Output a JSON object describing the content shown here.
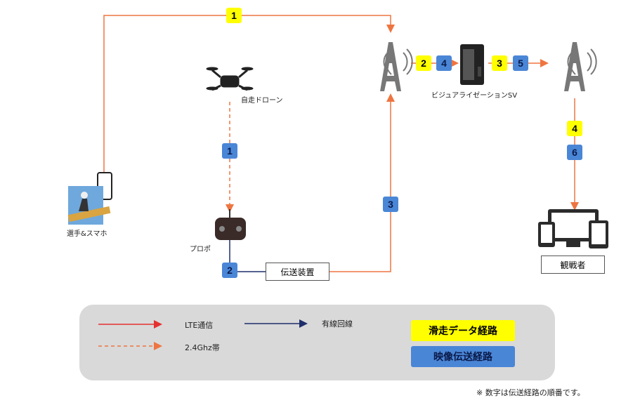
{
  "nodes": {
    "athlete": "選手&スマホ",
    "drone": "自走ドローン",
    "propo": "プロポ",
    "transmitter": "伝送装置",
    "server": "ビジュアライゼーションSV",
    "viewers": "観戦者"
  },
  "badges": {
    "lte_top": "1",
    "drone_link": "1",
    "propo_out": "2",
    "transmitter_up": "3",
    "srv_in_y": "2",
    "srv_in_b": "4",
    "srv_out_y": "3",
    "srv_out_b": "5",
    "down_y": "4",
    "down_b": "6"
  },
  "legend": {
    "lte": "LTE通信",
    "wired": "有線回線",
    "band": "2.4Ghz帯",
    "skate_route": "滑走データ経路",
    "video_route": "映像伝送経路"
  },
  "note": "※ 数字は伝送経路の順番です。",
  "colors": {
    "lte": "#ee7541",
    "wired": "#1f2e6b",
    "yellow": "#ffff00",
    "blue": "#4a86d6"
  }
}
